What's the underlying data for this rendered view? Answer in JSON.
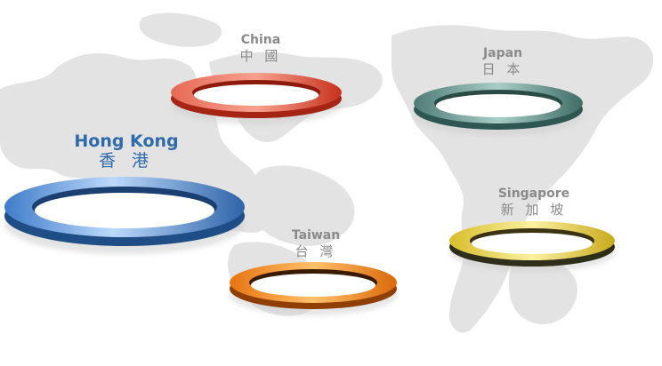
{
  "regions": [
    {
      "id": "china",
      "en": "China",
      "zh": "中 國",
      "active": false,
      "color": "#d8432b"
    },
    {
      "id": "japan",
      "en": "Japan",
      "zh": "日 本",
      "active": false,
      "color": "#5f8f86"
    },
    {
      "id": "hongkong",
      "en": "Hong Kong",
      "zh": "香 港",
      "active": true,
      "color": "#6a9fe0"
    },
    {
      "id": "taiwan",
      "en": "Taiwan",
      "zh": "台 灣",
      "active": false,
      "color": "#f08a1c"
    },
    {
      "id": "singapore",
      "en": "Singapore",
      "zh": "新 加 坡",
      "active": false,
      "color": "#e6cf48"
    }
  ]
}
